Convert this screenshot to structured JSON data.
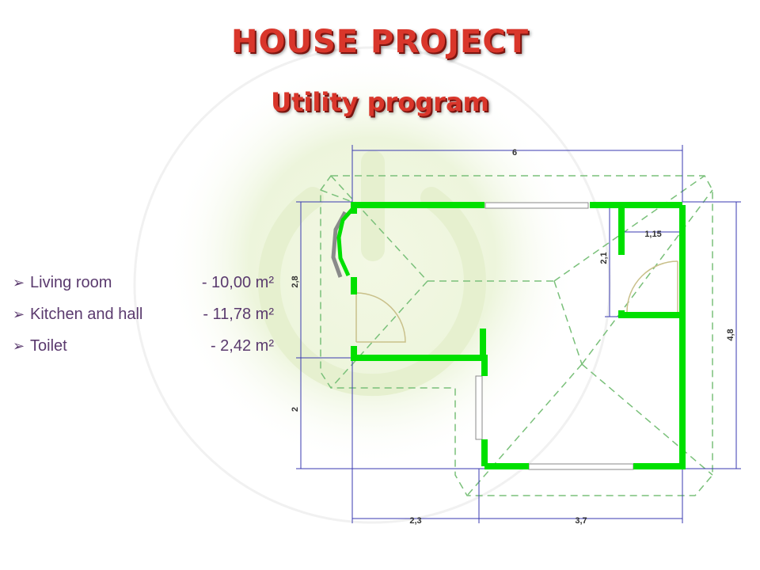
{
  "title": "HOUSE PROJECT",
  "subtitle": "Utility program",
  "rooms": [
    {
      "name": "Living room",
      "area": "- 10,00 m²"
    },
    {
      "name": "Kitchen and hall",
      "area": "- 11,78 m²"
    },
    {
      "name": "Toilet",
      "area": "- 2,42 m²"
    }
  ],
  "plan": {
    "dimensions": {
      "top": "6",
      "left_upper": "2,8",
      "left_lower": "2",
      "right": "4,8",
      "bottom_left": "2,3",
      "bottom_right": "3,7",
      "toilet_width": "1,15",
      "toilet_height": "2,1"
    }
  },
  "colors": {
    "title": "#d9362b",
    "walls": "#00e000",
    "text": "#5a3a6e",
    "dimension_lines": "#3a3ab0",
    "roof_lines": "#7ac07a"
  }
}
